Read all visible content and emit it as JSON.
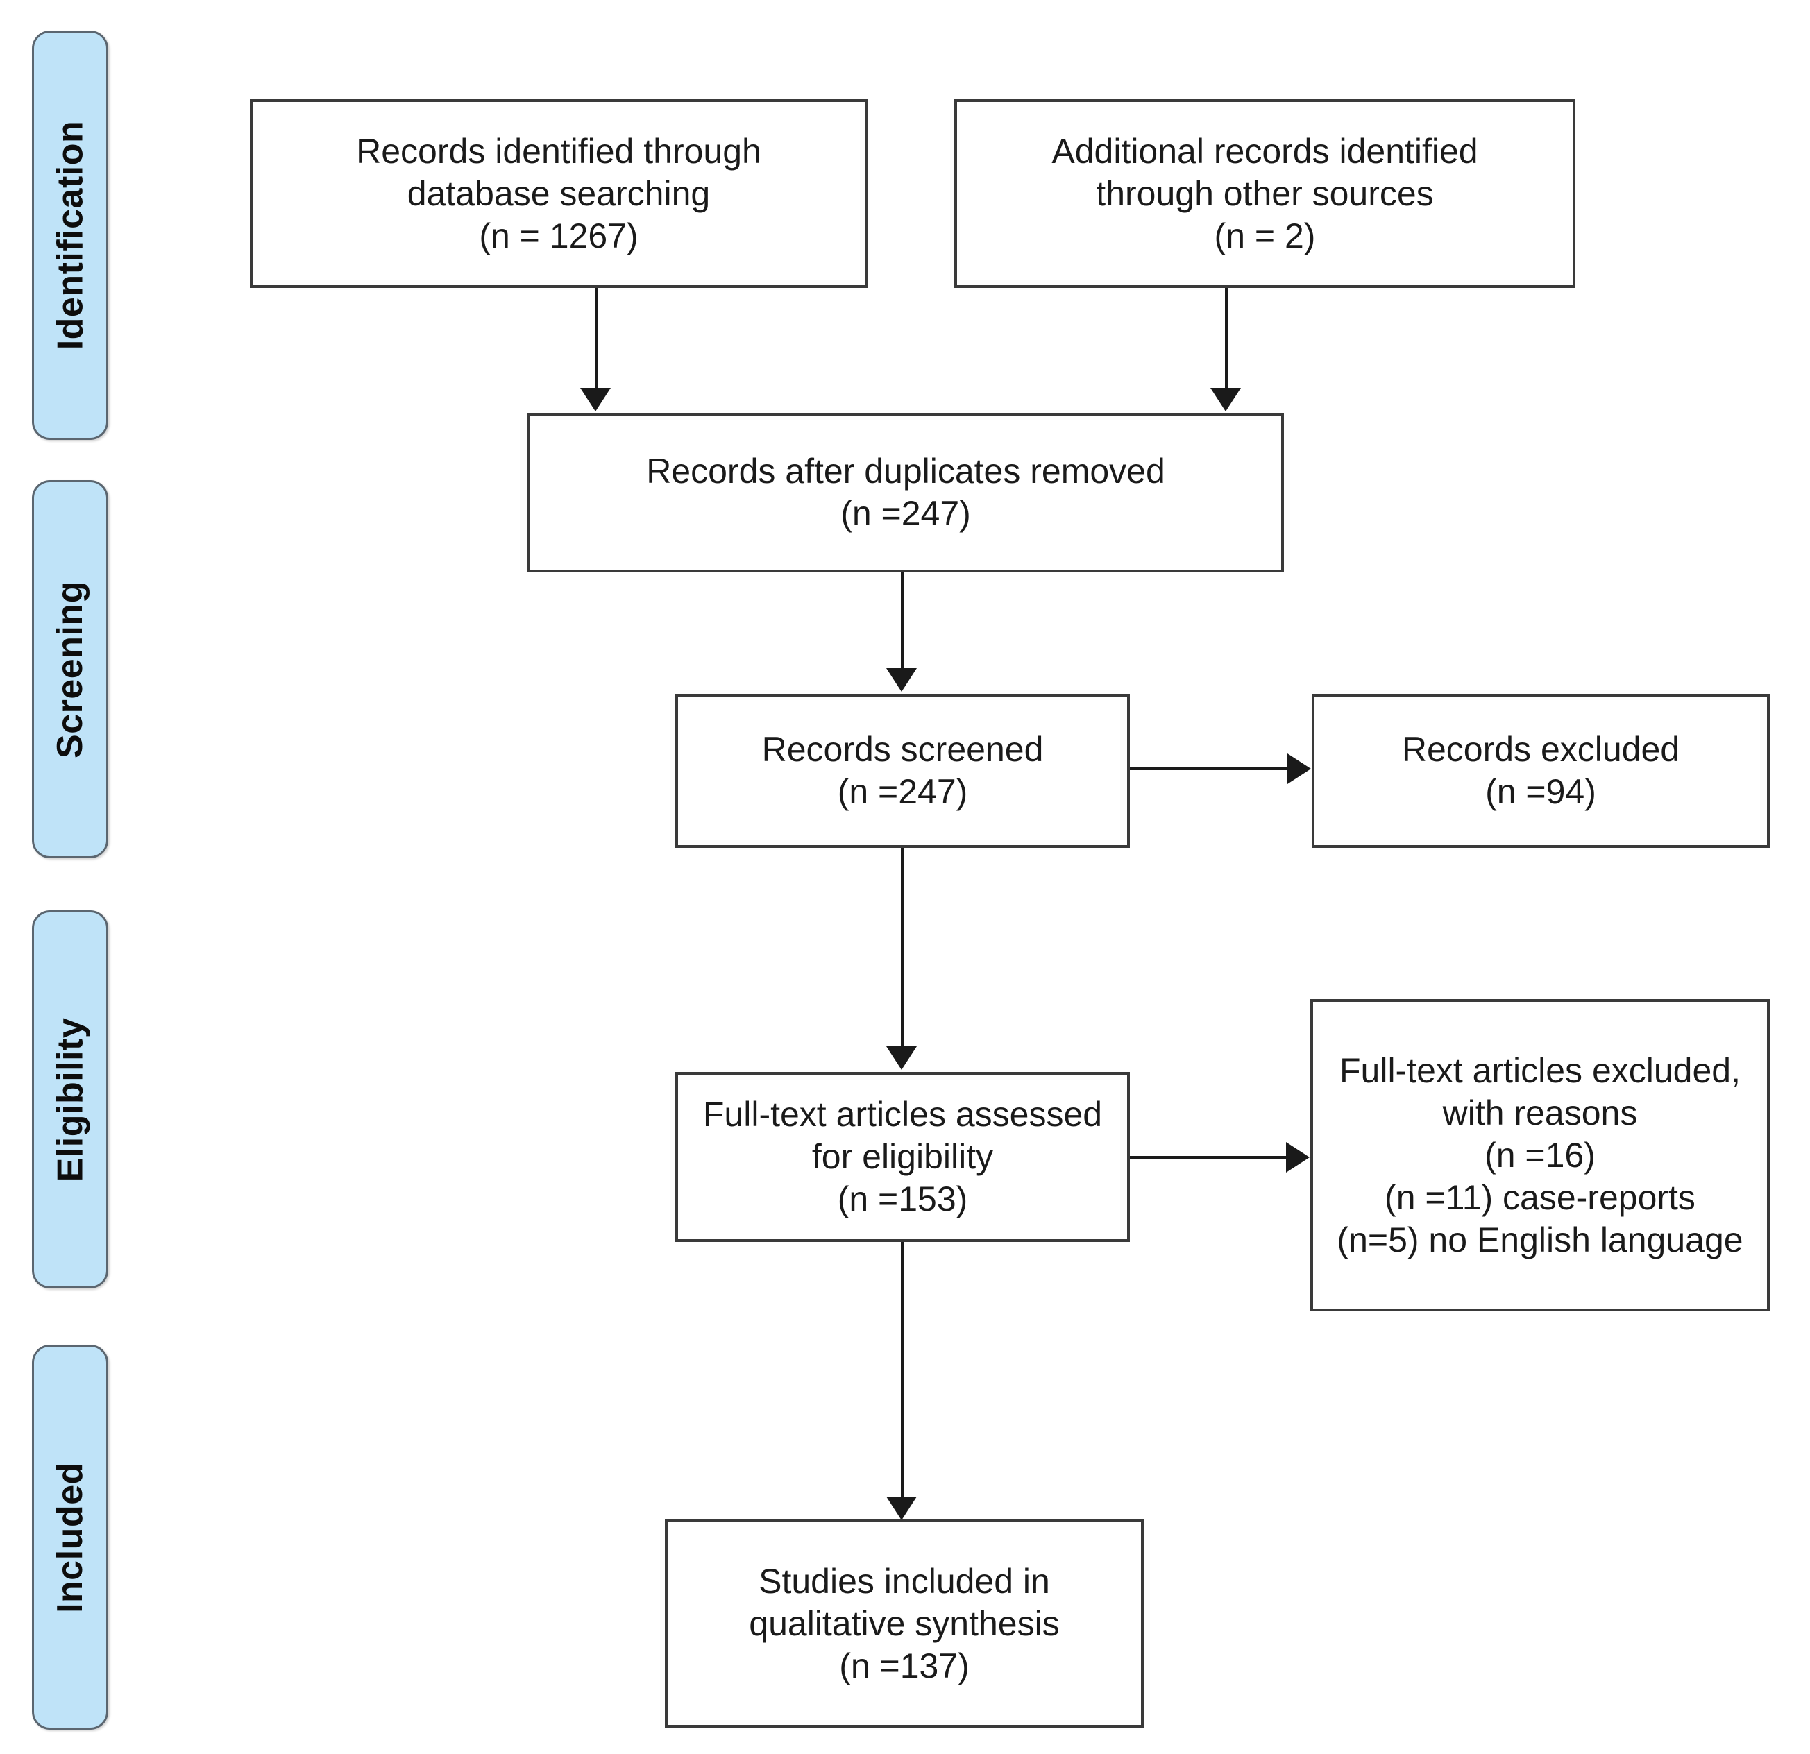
{
  "diagram": {
    "type": "prisma-flow-diagram",
    "stages": [
      {
        "id": "identification",
        "label": "Identification"
      },
      {
        "id": "screening",
        "label": "Screening"
      },
      {
        "id": "eligibility",
        "label": "Eligibility"
      },
      {
        "id": "included",
        "label": "Included"
      }
    ],
    "boxes": [
      {
        "id": "records-identified-database",
        "lines": [
          "Records identified through",
          "database searching",
          "(n = 1267)"
        ]
      },
      {
        "id": "additional-records-other-sources",
        "lines": [
          "Additional records identified",
          "through other sources",
          "(n = 2)"
        ]
      },
      {
        "id": "records-after-duplicates-removed",
        "lines": [
          "Records after duplicates removed",
          "(n =247)"
        ]
      },
      {
        "id": "records-screened",
        "lines": [
          "Records screened",
          "(n =247)"
        ]
      },
      {
        "id": "records-excluded",
        "lines": [
          "Records excluded",
          "(n =94)"
        ]
      },
      {
        "id": "full-text-assessed",
        "lines": [
          "Full-text articles assessed",
          "for eligibility",
          "(n =153)"
        ]
      },
      {
        "id": "full-text-excluded",
        "lines": [
          "Full-text articles excluded,",
          "with reasons",
          "(n =16)",
          "(n =11) case-reports",
          "(n=5) no English language"
        ]
      },
      {
        "id": "studies-included",
        "lines": [
          "Studies included in",
          "qualitative synthesis",
          "(n =137)"
        ]
      }
    ],
    "colors": {
      "stage_tab_fill": "#BFE3F8",
      "stage_tab_border": "#5B6670",
      "box_border": "#3A3A3A",
      "connector": "#1a1a1a",
      "background": "#ffffff"
    }
  }
}
